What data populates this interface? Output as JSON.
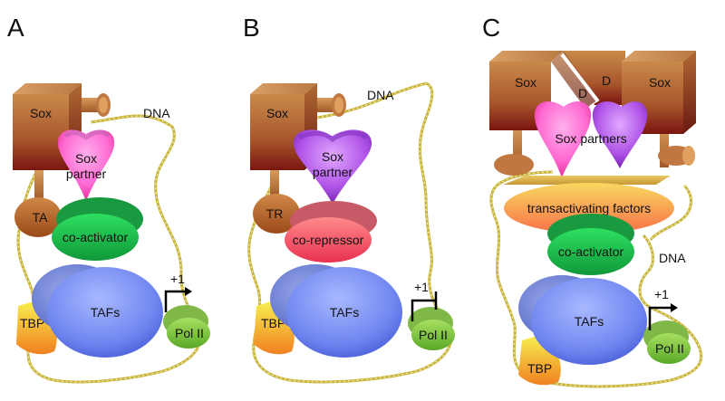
{
  "panels": {
    "a": {
      "letter": "A",
      "sox": "Sox",
      "dna": "DNA",
      "partner_line1": "Sox",
      "partner_line2": "partner",
      "ta": "TA",
      "coactivator": "co-activator",
      "tafs": "TAFs",
      "tbp": "TBP",
      "pol2": "Pol II",
      "tss": "+1"
    },
    "b": {
      "letter": "B",
      "sox": "Sox",
      "dna": "DNA",
      "partner_line1": "Sox",
      "partner_line2": "partner",
      "tr": "TR",
      "corepressor": "co-repressor",
      "tafs": "TAFs",
      "tbp": "TBP",
      "pol2": "Pol II",
      "tss": "+1"
    },
    "c": {
      "letter": "C",
      "sox_left": "Sox",
      "sox_right": "Sox",
      "dimer_d_top": "D",
      "dimer_d_bottom": "D",
      "partners": "Sox partners",
      "transactivating": "transactivating factors",
      "coactivator": "co-activator",
      "dna": "DNA",
      "tafs": "TAFs",
      "tbp": "TBP",
      "pol2": "Pol II",
      "tss": "+1"
    }
  },
  "colors": {
    "sox_top": "#c98a4a",
    "sox_bottom": "#8a1f12",
    "dna": "#d8c65a",
    "partner_pink": "#ff5cc8",
    "partner_purple": "#9b3fd6",
    "coactivator": "#22c04a",
    "corepressor": "#f06070",
    "tafs": "#6f86f0",
    "tbp": "#f0a020",
    "pol2": "#8ad04a",
    "transactivating": "#f8b838"
  }
}
